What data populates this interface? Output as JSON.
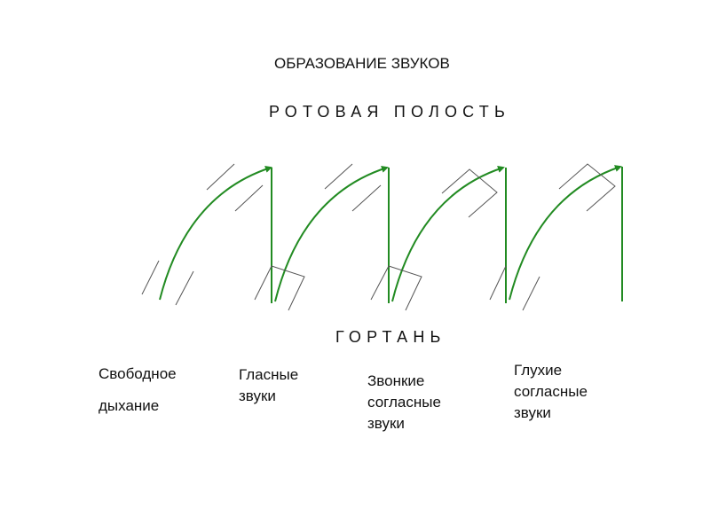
{
  "title": "ОБРАЗОВАНИЕ ЗВУКОВ",
  "top_label": "РОТОВАЯ ПОЛОСТЬ",
  "bottom_label": "ГОРТАНЬ",
  "colors": {
    "airflow": "#228b22",
    "vocal_folds": "#555555"
  },
  "panels": [
    {
      "lines": [
        "Свободное",
        "дыхание"
      ]
    },
    {
      "lines": [
        "Гласные",
        "звуки"
      ]
    },
    {
      "lines": [
        "Звонкие",
        "согласные",
        "звуки"
      ]
    },
    {
      "lines": [
        "Глухие",
        "согласные",
        "звуки"
      ]
    }
  ]
}
